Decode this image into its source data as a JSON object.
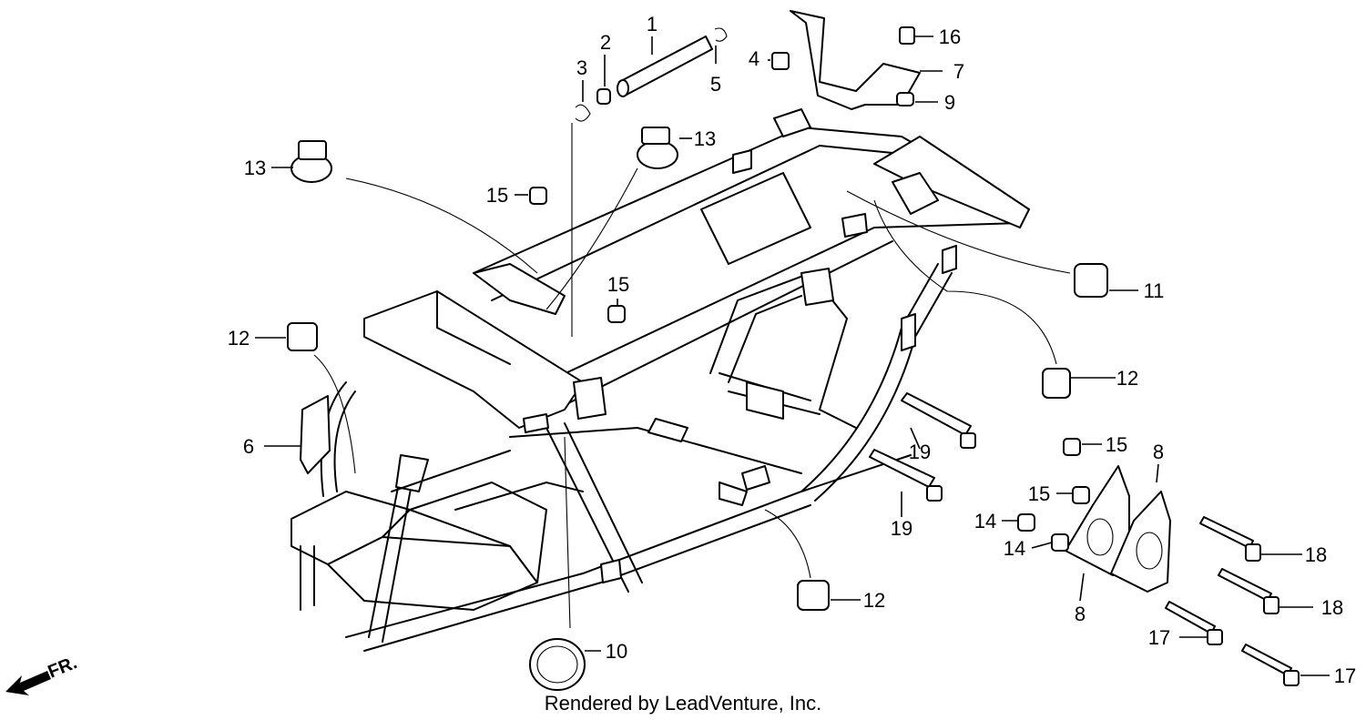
{
  "credit": "Rendered by LeadVenture, Inc.",
  "direction_label": "FR.",
  "callouts": [
    "1",
    "2",
    "3",
    "4",
    "5",
    "6",
    "7",
    "8",
    "8",
    "9",
    "10",
    "11",
    "12",
    "12",
    "12",
    "13",
    "13",
    "14",
    "14",
    "15",
    "15",
    "15",
    "15",
    "16",
    "17",
    "17",
    "18",
    "18",
    "19",
    "19"
  ]
}
